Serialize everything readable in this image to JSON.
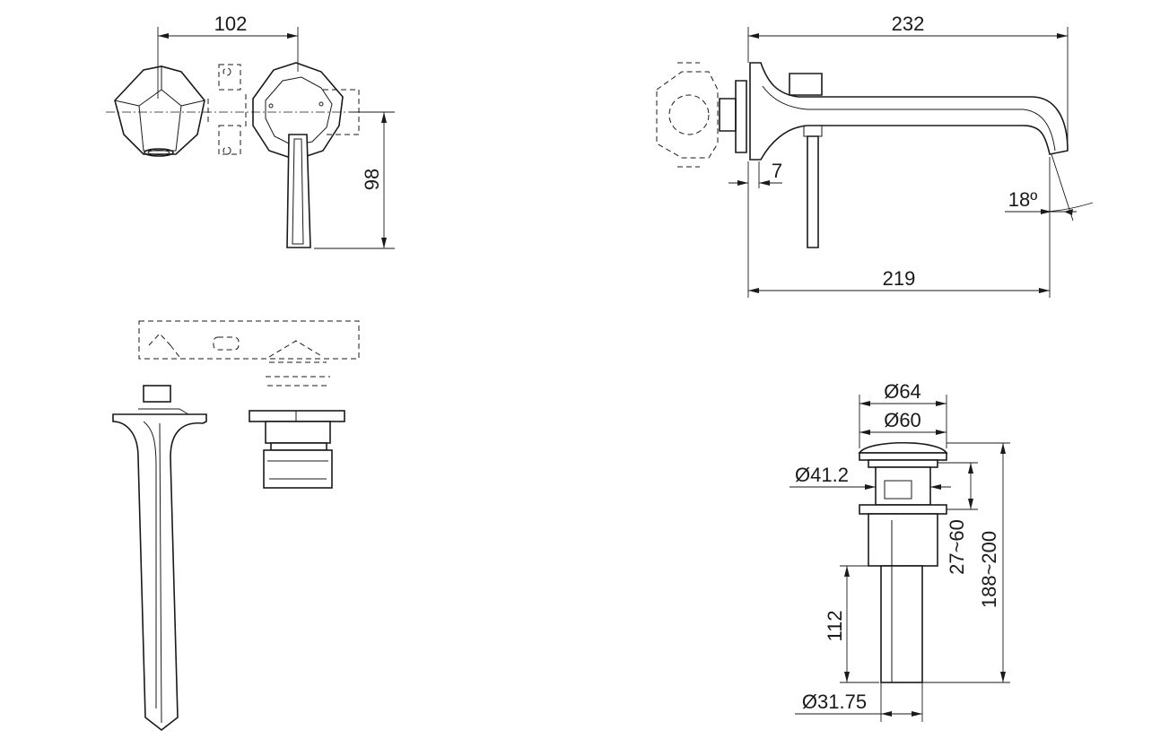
{
  "dimensions": {
    "front_width": "102",
    "front_height": "98",
    "spout_length_total": "232",
    "spout_length": "219",
    "wall_gap": "7",
    "spout_angle": "18º",
    "drain_cap_outer": "Ø64",
    "drain_cap_inner": "Ø60",
    "drain_flange": "Ø41.2",
    "drain_adjust": "27~60",
    "drain_total": "188~200",
    "drain_tail": "112",
    "drain_pipe": "Ø31.75"
  }
}
